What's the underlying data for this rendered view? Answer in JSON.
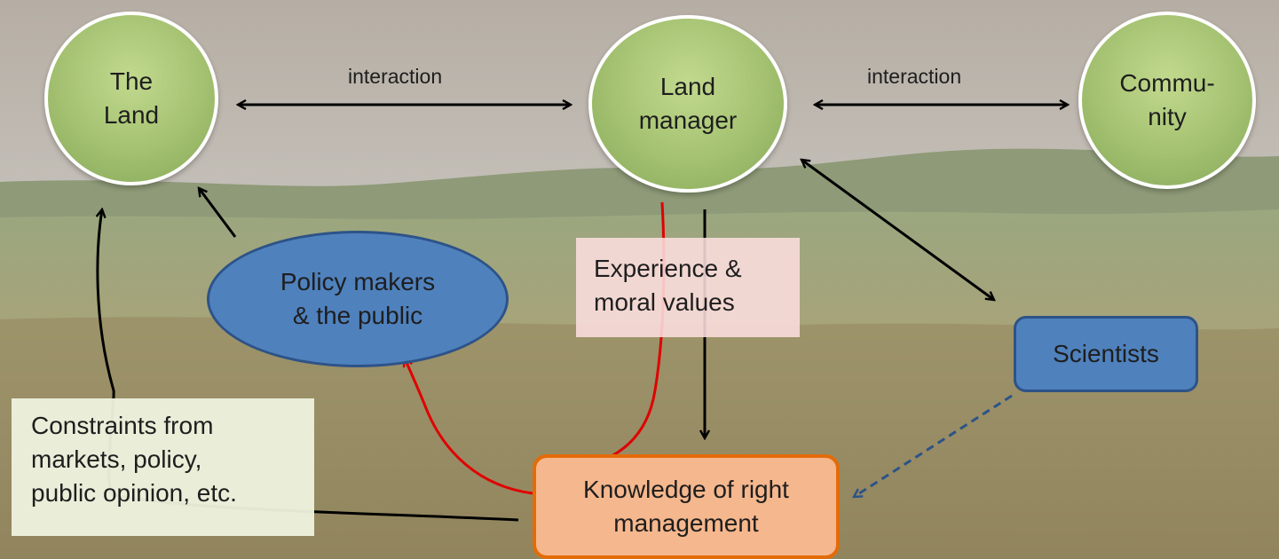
{
  "nodes": {
    "land": "The\nLand",
    "manager": "Land\nmanager",
    "community": "Commu-\nnity",
    "policy": "Policy makers\n& the public",
    "scientists": "Scientists",
    "knowledge": "Knowledge of right\nmanagement"
  },
  "textboxes": {
    "experience": "Experience &\nmoral values",
    "constraints": "Constraints from\nmarkets, policy,\npublic opinion, etc."
  },
  "edge_labels": {
    "interaction_land_manager": "interaction",
    "interaction_manager_community": "interaction"
  },
  "colors": {
    "circle_fill": "#a3c170",
    "circle_border": "#ffffff",
    "box_blue": "#4f81bd",
    "box_orange_fill": "#f5b78d",
    "box_orange_border": "#e36c09",
    "arrow_black": "#000000",
    "arrow_red": "#e00000",
    "arrow_dashed": "#2d5388"
  }
}
